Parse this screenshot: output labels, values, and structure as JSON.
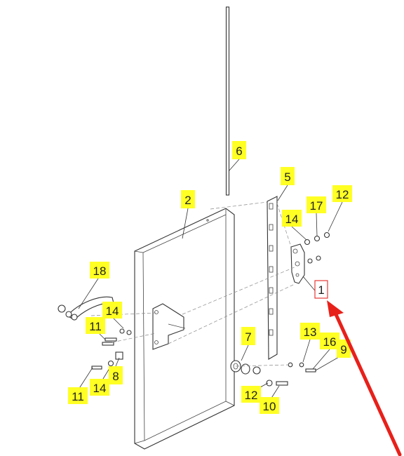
{
  "diagram": {
    "callouts": [
      {
        "id": "c6",
        "text": "6"
      },
      {
        "id": "c5",
        "text": "5"
      },
      {
        "id": "c2",
        "text": "2"
      },
      {
        "id": "c17",
        "text": "17"
      },
      {
        "id": "c12a",
        "text": "12"
      },
      {
        "id": "c14a",
        "text": "14"
      },
      {
        "id": "c1",
        "text": "1",
        "selected": true
      },
      {
        "id": "c18",
        "text": "18"
      },
      {
        "id": "c14b",
        "text": "14"
      },
      {
        "id": "c11a",
        "text": "11"
      },
      {
        "id": "c7",
        "text": "7"
      },
      {
        "id": "c13",
        "text": "13"
      },
      {
        "id": "c16",
        "text": "16"
      },
      {
        "id": "c9",
        "text": "9"
      },
      {
        "id": "c8",
        "text": "8"
      },
      {
        "id": "c11b",
        "text": "11"
      },
      {
        "id": "c14c",
        "text": "14"
      },
      {
        "id": "c12b",
        "text": "12"
      },
      {
        "id": "c10",
        "text": "10"
      }
    ],
    "colors": {
      "tag": "#ffff24",
      "selected_outline": "#e53935",
      "pointer_arrow": "#e8201a",
      "linework": "#333333"
    }
  }
}
